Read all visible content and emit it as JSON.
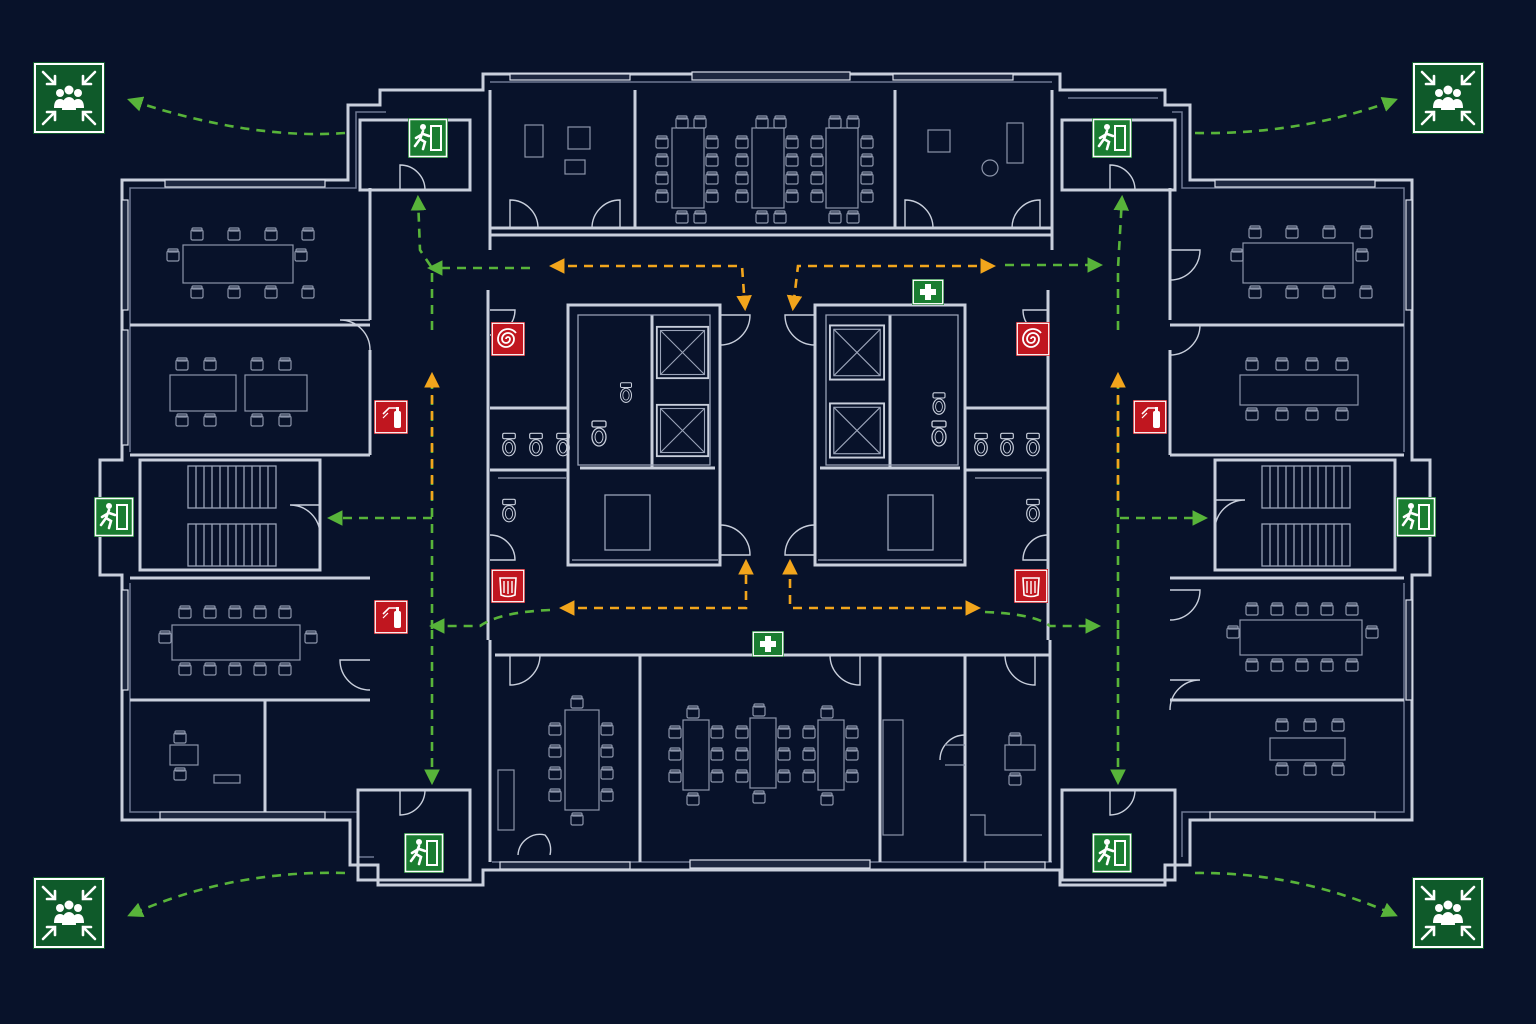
{
  "plan": {
    "colors": {
      "background": "#08122a",
      "walls": "#c9cfdc",
      "evacuation_route": "#58b43a",
      "internal_route": "#f2a51c",
      "safe_sign": "#0f5a2a",
      "fire_sign": "#c0161f"
    },
    "symbols": {
      "assembly_point": "assembly-point-icon",
      "emergency_exit": "running-man-exit-icon",
      "first_aid": "first-aid-cross-icon",
      "fire_extinguisher": "fire-extinguisher-icon",
      "fire_hose_reel": "fire-hose-reel-icon",
      "fire_blanket": "fire-blanket-icon"
    },
    "counts": {
      "assembly_points": 4,
      "emergency_exits": 6,
      "first_aid_points": 2,
      "fire_extinguishers": 3,
      "fire_hose_reels": 2,
      "fire_blankets": 2,
      "stairwells": 2,
      "elevators": 4
    }
  }
}
